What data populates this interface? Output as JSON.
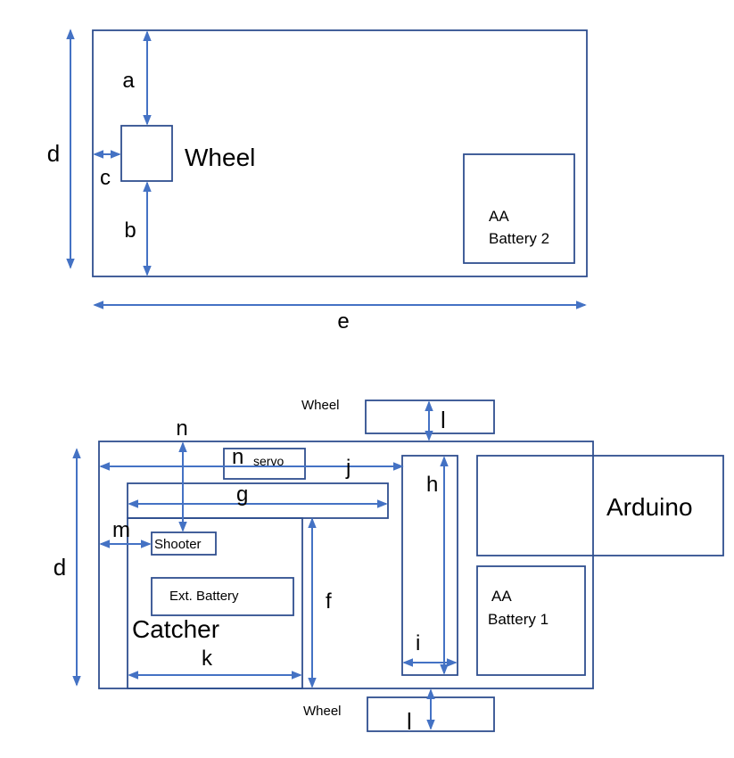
{
  "colors": {
    "outline": "#2F4F8F",
    "arrow": "#4472C4",
    "text": "#000000"
  },
  "top_view": {
    "wheel_label": "Wheel",
    "battery_label_line1": "AA",
    "battery_label_line2": "Battery 2",
    "dim_a": "a",
    "dim_b": "b",
    "dim_c": "c",
    "dim_d": "d",
    "dim_e": "e"
  },
  "bottom_view": {
    "wheel_top_label": "Wheel",
    "wheel_top_dim": "l",
    "wheel_bottom_label": "Wheel",
    "wheel_bottom_dim": "l",
    "servo_dim": "n",
    "servo_label": "servo",
    "arduino_label": "Arduino",
    "battery_label_line1": "AA",
    "battery_label_line2": "Battery 1",
    "shooter_label": "Shooter",
    "ext_battery_label": "Ext. Battery",
    "catcher_label": "Catcher",
    "dim_d": "d",
    "dim_f": "f",
    "dim_g": "g",
    "dim_h": "h",
    "dim_i": "i",
    "dim_j": "j",
    "dim_k": "k",
    "dim_m": "m",
    "dim_n": "n"
  }
}
